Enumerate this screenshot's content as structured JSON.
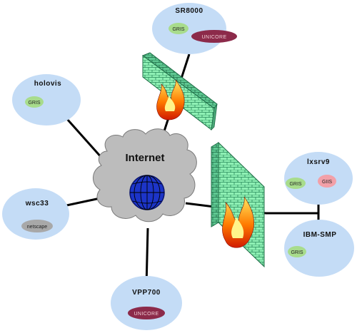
{
  "network": {
    "label": "Internet",
    "globe_icon": "globe-icon",
    "firewall_icon": "firewall-icon"
  },
  "hosts": [
    {
      "id": "sr8000",
      "name": "SR8000",
      "services": [
        {
          "label": "GRIS",
          "kind": "gris"
        },
        {
          "label": "UNICORE",
          "kind": "unicore"
        }
      ]
    },
    {
      "id": "holovis",
      "name": "holovis",
      "services": [
        {
          "label": "GRIS",
          "kind": "gris"
        }
      ]
    },
    {
      "id": "lxsrv9",
      "name": "lxsrv9",
      "services": [
        {
          "label": "GRIS",
          "kind": "gris"
        },
        {
          "label": "GIIS",
          "kind": "giis"
        }
      ]
    },
    {
      "id": "wsc33",
      "name": "wsc33",
      "services": [
        {
          "label": "netscape",
          "kind": "netscape"
        }
      ]
    },
    {
      "id": "ibm-smp",
      "name": "IBM-SMP",
      "services": [
        {
          "label": "GRIS",
          "kind": "gris"
        }
      ]
    },
    {
      "id": "vpp700",
      "name": "VPP700",
      "services": [
        {
          "label": "UNICORE",
          "kind": "unicore"
        }
      ]
    }
  ],
  "colors": {
    "host_fill": "#c4dcf6",
    "cloud_fill": "#bcbcbc",
    "gris": "#a8dc8c",
    "giis": "#f2a0a8",
    "unicore": "#8c2a4a",
    "netscape": "#a8a8a8",
    "firewall": "#8ef0b4",
    "link": "#000000",
    "globe": "#1c34c8"
  }
}
